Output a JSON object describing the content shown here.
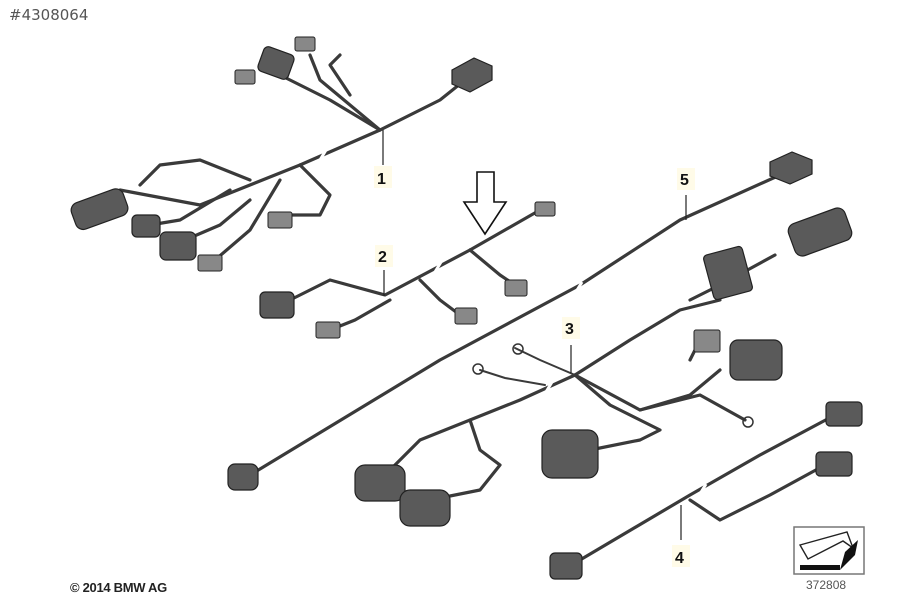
{
  "header": {
    "diagram_id": "#4308064"
  },
  "callouts": [
    "1",
    "2",
    "3",
    "4",
    "5"
  ],
  "footer": {
    "copyright": "© 2014 BMW AG",
    "figure_number": "372808"
  }
}
